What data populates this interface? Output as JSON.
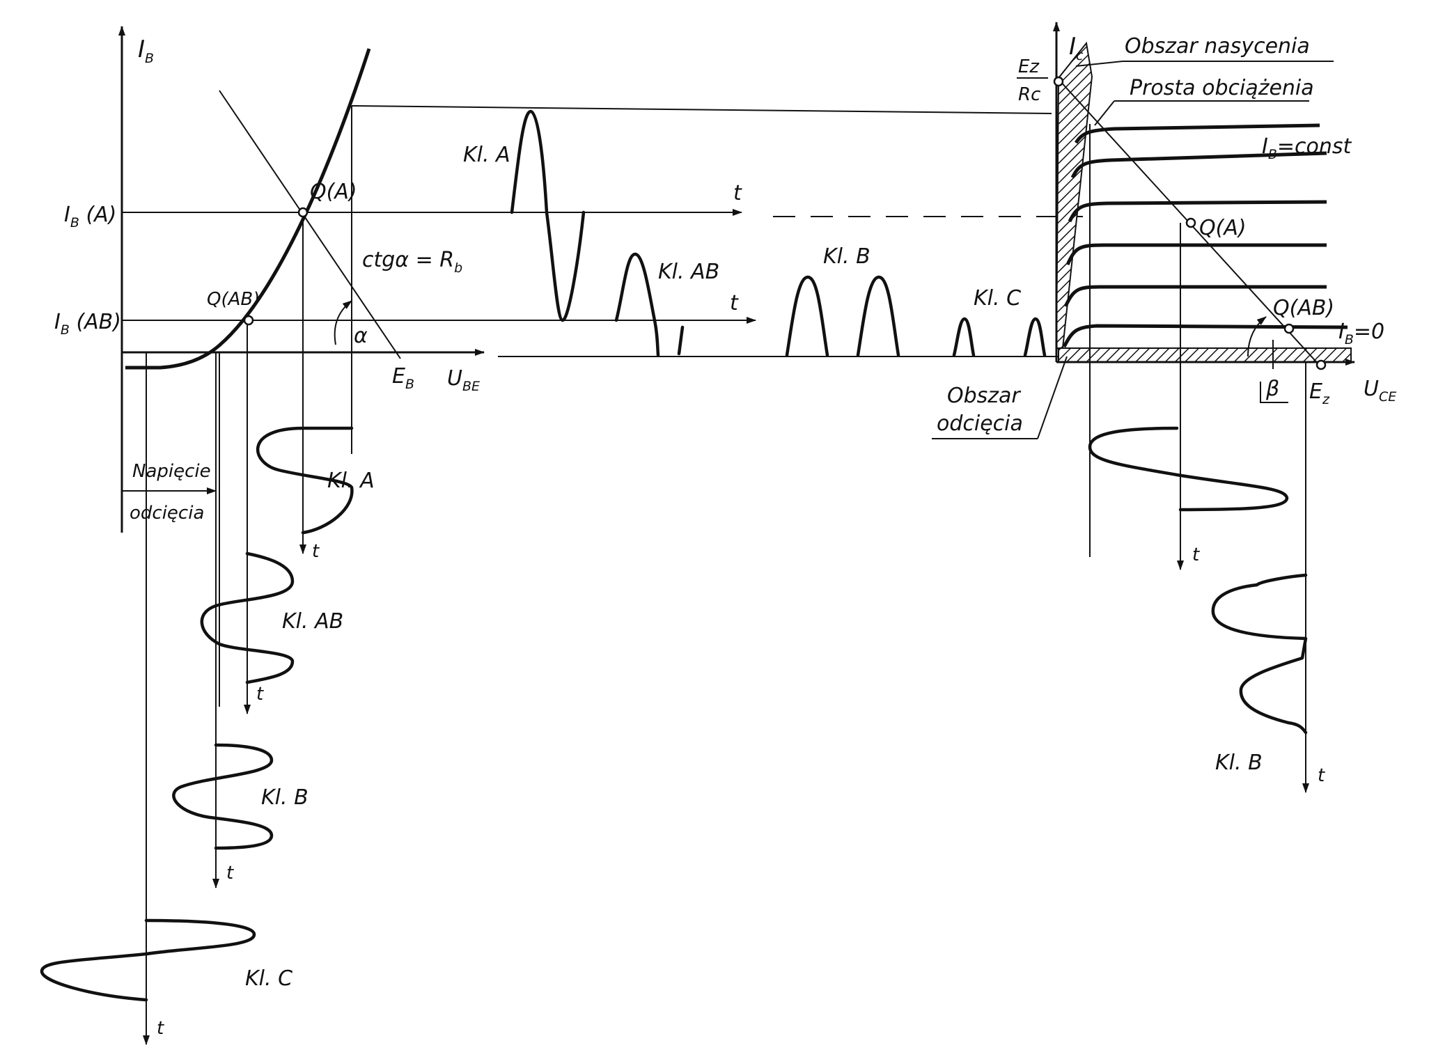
{
  "axes": {
    "input_y": "I",
    "input_y_sub": "B",
    "input_x": "U",
    "input_x_sub": "BE",
    "input_x_end": "E",
    "input_x_end_sub": "B",
    "output_y": "I",
    "output_y_sub": "c",
    "output_x": "U",
    "output_x_sub": "CE",
    "output_x_end": "E",
    "output_x_end_sub": "z",
    "time": "t"
  },
  "levels": {
    "ib_a": "I",
    "ib_a_sub": "B",
    "ib_a_tail": " (A)",
    "ib_ab": "I",
    "ib_ab_sub": "B",
    "ib_ab_tail": " (AB)"
  },
  "points": {
    "q_a": "Q(A)",
    "q_ab": "Q(AB)",
    "out_q_a": "Q(A)",
    "out_q_ab": "Q(AB)"
  },
  "annotations": {
    "ctg": "ctgα = R",
    "ctg_sub": "b",
    "alpha": "α",
    "beta": "β",
    "cutoff_voltage_1": "Napięcie",
    "cutoff_voltage_2": "odcięcia",
    "ez_num": "Ez",
    "ez_den": "Rc",
    "saturation_region": "Obszar nasycenia",
    "load_line": "Prosta obciążenia",
    "ib_const": "I",
    "ib_const_sub": "B",
    "ib_const_tail": "=const",
    "ib_zero": "I",
    "ib_zero_sub": "B",
    "ib_zero_tail": "=0",
    "cutoff_region_1": "Obszar",
    "cutoff_region_2": "odcięcia"
  },
  "classes": {
    "top_a": "Kl. A",
    "top_ab": "Kl. AB",
    "top_b": "Kl. B",
    "top_c": "Kl. C",
    "in_a": "Kl. A",
    "in_ab": "Kl. AB",
    "in_b": "Kl. B",
    "in_c": "Kl. C",
    "out_b": "Kl. B"
  },
  "colors": {
    "ink": "#111111",
    "paper": "#ffffff"
  }
}
